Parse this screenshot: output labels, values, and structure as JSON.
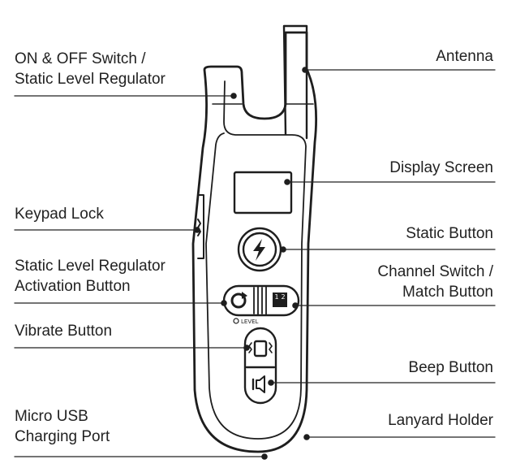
{
  "colors": {
    "ink": "#1e1e1e",
    "line": "#222222",
    "background": "#ffffff"
  },
  "callouts": {
    "on_off_switch": {
      "line1": "ON & OFF Switch /",
      "line2": "Static Level Regulator"
    },
    "antenna": {
      "line1": "Antenna"
    },
    "display_screen": {
      "line1": "Display Screen"
    },
    "keypad_lock": {
      "line1": "Keypad Lock"
    },
    "static_button": {
      "line1": "Static Button"
    },
    "static_level_activation": {
      "line1": "Static Level Regulator",
      "line2": "Activation Button"
    },
    "channel_switch": {
      "line1": "Channel Switch /",
      "line2": "Match Button"
    },
    "vibrate_button": {
      "line1": "Vibrate Button"
    },
    "beep_button": {
      "line1": "Beep Button"
    },
    "micro_usb": {
      "line1": "Micro USB",
      "line2": "Charging Port"
    },
    "lanyard_holder": {
      "line1": "Lanyard Holder"
    }
  },
  "device": {
    "level_marker": "LEVEL",
    "channel_digits": [
      "1",
      "2"
    ],
    "icons": [
      "lightning-bolt-icon",
      "refresh-icon",
      "vibrate-icon",
      "speaker-icon"
    ]
  }
}
